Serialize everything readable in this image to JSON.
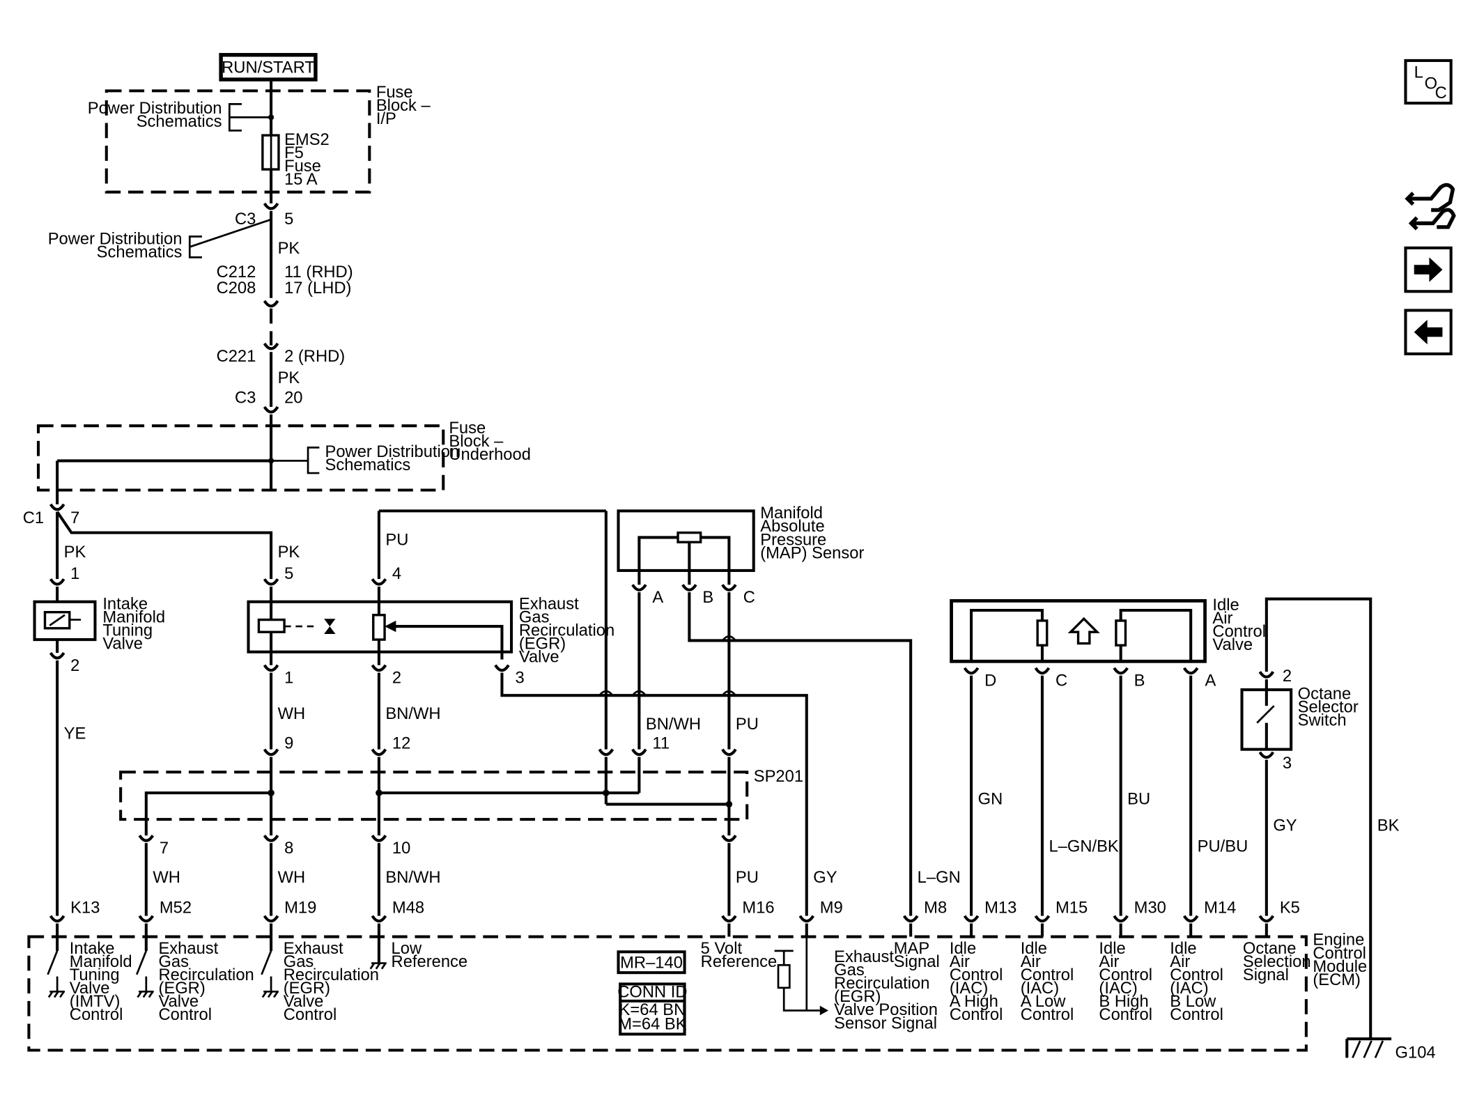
{
  "power_label": "RUN/START",
  "fuse_ip": {
    "name_lines": [
      "Fuse",
      "Block –",
      "I/P"
    ],
    "fuse_lines": [
      "EMS2",
      "F5",
      "Fuse",
      "15 A"
    ]
  },
  "pds_lines": [
    "Power Distribution",
    "Schematics"
  ],
  "conn": {
    "c3": "C3",
    "c3_pin_a": "5",
    "c212": "C212",
    "c208": "C208",
    "c212_pin": "11 (RHD)",
    "c208_pin": "17 (LHD)",
    "c221": "C221",
    "c221_pin": "2 (RHD)",
    "c3_pin_b": "20",
    "c1": "C1",
    "c1_pin": "7"
  },
  "fuse_uh_lines": [
    "Fuse",
    "Block –",
    "Underhood"
  ],
  "wire_colors": {
    "pk": "PK",
    "ye": "YE",
    "wh": "WH",
    "bnwh": "BN/WH",
    "pu": "PU",
    "gy": "GY",
    "lgn": "L–GN",
    "gn": "GN",
    "lgnbk": "L–GN/BK",
    "bu": "BU",
    "pubu": "PU/BU",
    "bk": "BK"
  },
  "pins": {
    "p1": "1",
    "p2": "2",
    "p3": "3",
    "p4": "4",
    "p5": "5",
    "p7": "7",
    "p8": "8",
    "p9": "9",
    "p10": "10",
    "p11": "11",
    "p12": "12",
    "pa": "A",
    "pb": "B",
    "pc": "C",
    "pd": "D"
  },
  "components": {
    "imtv": [
      "Intake",
      "Manifold",
      "Tuning",
      "Valve"
    ],
    "egr": [
      "Exhaust",
      "Gas",
      "Recirculation",
      "(EGR)",
      "Valve"
    ],
    "map": [
      "Manifold",
      "Absolute",
      "Pressure",
      "(MAP) Sensor"
    ],
    "iac": [
      "Idle",
      "Air",
      "Control",
      "Valve"
    ],
    "octane": [
      "Octane",
      "Selector",
      "Switch"
    ],
    "splice": "SP201",
    "ecm": [
      "Engine",
      "Control",
      "Module",
      "(ECM)"
    ],
    "ground": "G104"
  },
  "ecm_pins": [
    "K13",
    "M52",
    "M19",
    "M48",
    "M16",
    "M9",
    "M8",
    "M13",
    "M15",
    "M30",
    "M14",
    "K5"
  ],
  "ecm_funcs": {
    "k13": [
      "Intake",
      "Manifold",
      "Tuning",
      "Valve",
      "(IMTV)",
      "Control"
    ],
    "m52": [
      "Exhaust",
      "Gas",
      "Recirculation",
      "(EGR)",
      "Valve",
      "Control"
    ],
    "m19": [
      "Exhaust",
      "Gas",
      "Recirculation",
      "(EGR)",
      "Valve",
      "Control"
    ],
    "m48": [
      "Low",
      "Reference"
    ],
    "m16": [
      "5 Volt",
      "Reference"
    ],
    "m9": [
      "Exhaust",
      "Gas",
      "Recirculation",
      "(EGR)",
      "Valve Position",
      "Sensor Signal"
    ],
    "m8": [
      "MAP",
      "Signal"
    ],
    "m13": [
      "Idle",
      "Air",
      "Control",
      "(IAC)",
      "A High",
      "Control"
    ],
    "m15": [
      "Idle",
      "Air",
      "Control",
      "(IAC)",
      "A Low",
      "Control"
    ],
    "m30": [
      "Idle",
      "Air",
      "Control",
      "(IAC)",
      "B High",
      "Control"
    ],
    "m14": [
      "Idle",
      "Air",
      "Control",
      "(IAC)",
      "B Low",
      "Control"
    ],
    "k5": [
      "Octane",
      "Selection",
      "Signal"
    ]
  },
  "mr_label": "MR–140",
  "conn_id": {
    "title": "CONN ID",
    "lines": [
      "K=64 BN",
      "M=64 BK"
    ]
  },
  "side_icons": {
    "loc": "loc-icon",
    "tool": "wrench-hand-icon",
    "next": "right-arrow-icon",
    "back": "left-arrow-icon"
  },
  "loc_letters": [
    "L",
    "O",
    "C"
  ]
}
